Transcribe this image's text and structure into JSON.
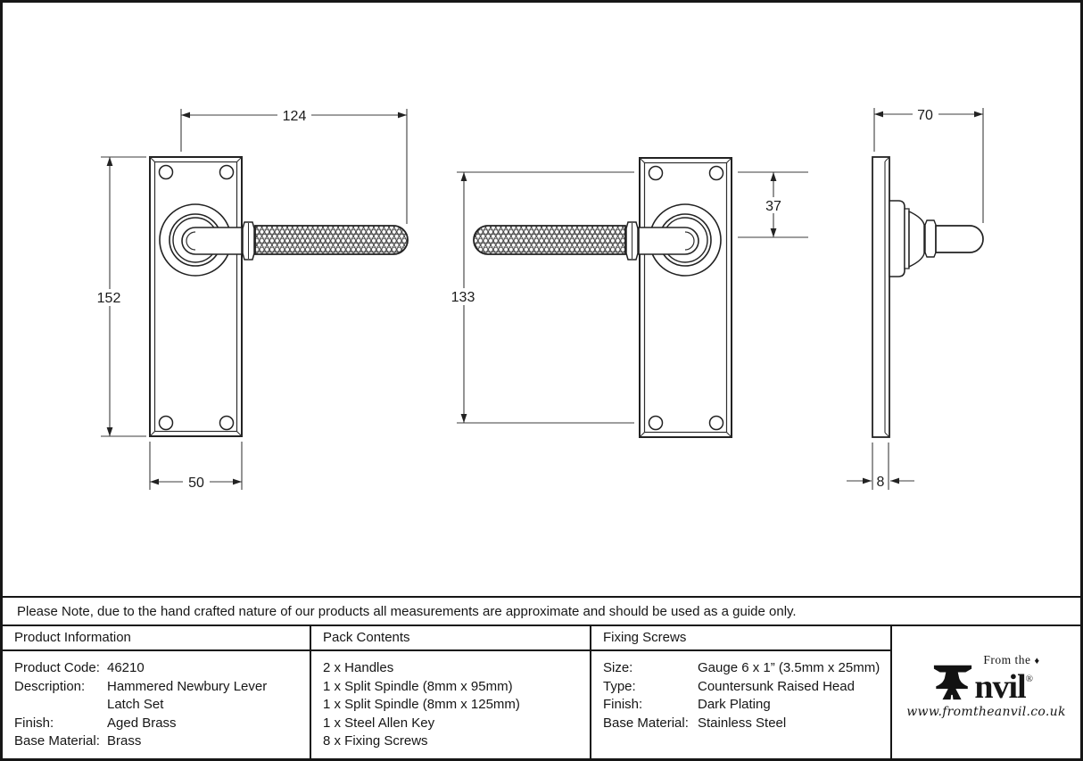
{
  "colors": {
    "ink": "#1a1a1a",
    "background": "#ffffff"
  },
  "drawing": {
    "dims": {
      "lever_length": "124",
      "plate_height": "152",
      "plate_width": "50",
      "fixing_centres": "133",
      "top_to_handle_centre": "37",
      "projection": "70",
      "plate_thickness": "8"
    }
  },
  "note": {
    "text": "Please Note, due to the hand crafted nature of our products all measurements are approximate and should be used as a guide only."
  },
  "table": {
    "product_information": {
      "title": "Product Information",
      "rows": [
        [
          "Product Code:",
          "46210"
        ],
        [
          "Description:",
          "Hammered Newbury Lever"
        ],
        [
          "",
          "Latch Set"
        ],
        [
          "Finish:",
          "Aged Brass"
        ],
        [
          "Base Material:",
          "Brass"
        ]
      ]
    },
    "pack_contents": {
      "title": "Pack Contents",
      "items": [
        "2 x Handles",
        "1 x Split Spindle (8mm x 95mm)",
        "1 x Split Spindle (8mm x 125mm)",
        "1 x Steel Allen Key",
        "8 x Fixing Screws"
      ]
    },
    "fixing_screws": {
      "title": "Fixing Screws",
      "rows": [
        [
          "Size:",
          "Gauge 6 x 1” (3.5mm x 25mm)"
        ],
        [
          "Type:",
          "Countersunk Raised Head"
        ],
        [
          "Finish:",
          "Dark Plating"
        ],
        [
          "Base Material:",
          "Stainless Steel"
        ]
      ]
    }
  },
  "logo": {
    "from_the": "From the",
    "diamond": "♦",
    "brand_suffix": "nvil",
    "registered": "®",
    "url": "www.fromtheanvil.co.uk"
  }
}
